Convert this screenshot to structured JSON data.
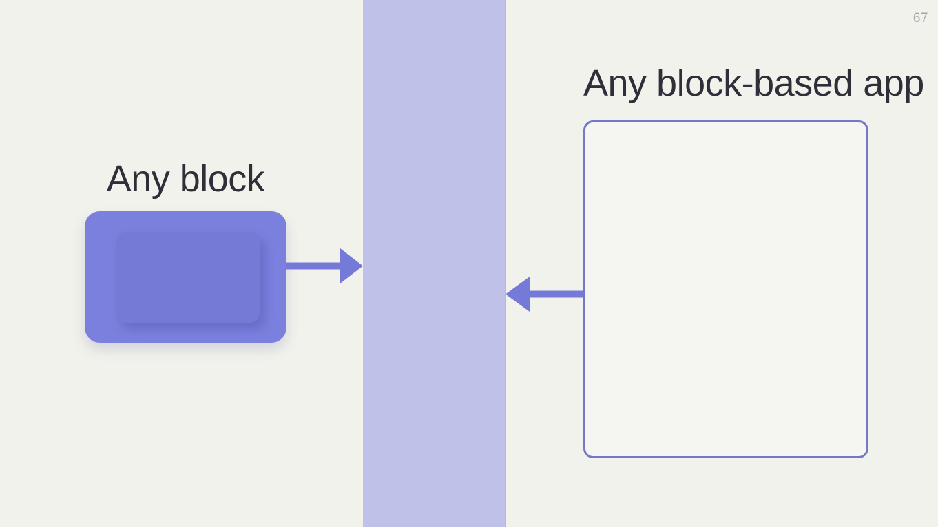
{
  "slide": {
    "page_number": "67"
  },
  "diagram": {
    "left_label": "Any block",
    "right_label": "Any block-based app",
    "icons": {
      "left_arrow": "arrow-right-icon",
      "right_arrow": "arrow-left-icon"
    },
    "colors": {
      "background": "#F1F2EB",
      "band": "#BFC1E8",
      "block": "#7B7FDE",
      "block_inner": "#757AD7",
      "arrow": "#757AD8",
      "app_border": "#7478CB",
      "label_text": "#2F2F3A",
      "page_number_text": "#A5A5A5"
    }
  }
}
